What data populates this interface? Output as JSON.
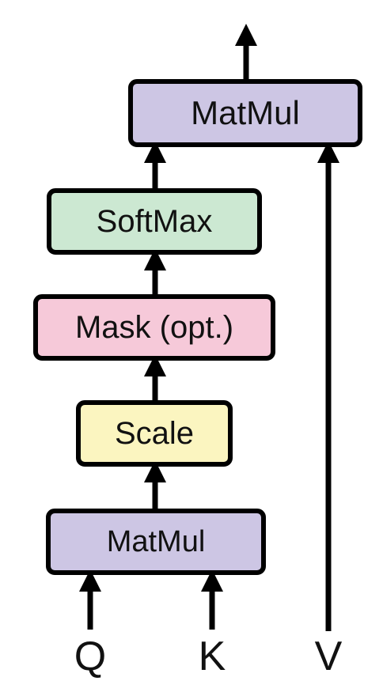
{
  "blocks": {
    "matmul_top": {
      "label": "MatMul",
      "color": "#cdc6e4"
    },
    "softmax": {
      "label": "SoftMax",
      "color": "#cce8d2"
    },
    "mask": {
      "label": "Mask (opt.)",
      "color": "#f6c9d9"
    },
    "scale": {
      "label": "Scale",
      "color": "#fbf5c0"
    },
    "matmul_bottom": {
      "label": "MatMul",
      "color": "#cdc6e4"
    }
  },
  "inputs": {
    "q": "Q",
    "k": "K",
    "v": "V"
  },
  "colors": {
    "stroke": "#000000",
    "text": "#111111"
  }
}
